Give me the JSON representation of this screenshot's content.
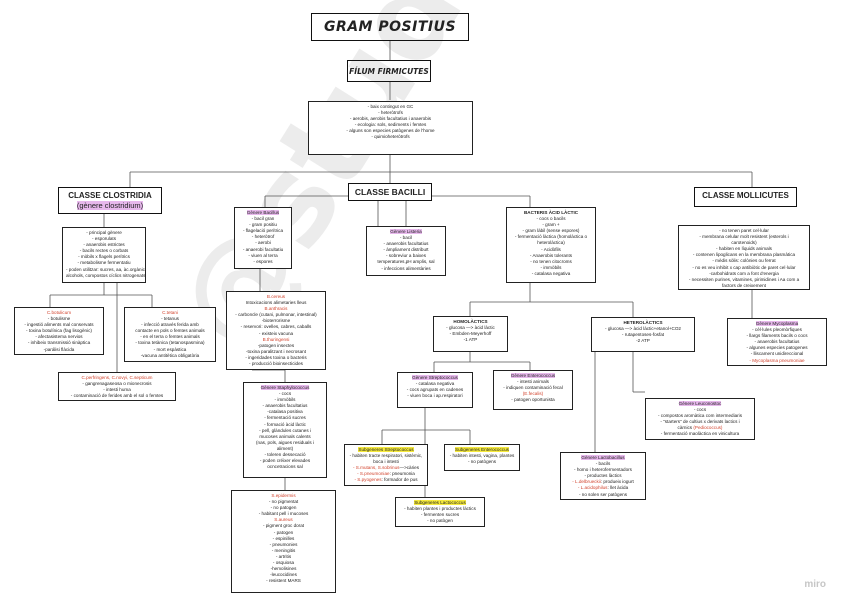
{
  "title": "GRAM POSITIUS",
  "phylum": "FÍLUM FIRMICUTES",
  "phylum_traits": [
    "- baix contingut en GC",
    "- heteròtrofs",
    "- aerobis, aerobis facultatius i anaerobis",
    "- ecologia: sols, sediments i femtes",
    "- alguns son especies patògenes de l'home",
    "- quimioheteròtrofs"
  ],
  "class_clostridia": {
    "title": "CLASSE CLOSTRIDIA",
    "subtitle": "(gènere clostridium)"
  },
  "clostridia_traits": [
    "- principal gènere",
    "- esporulats",
    "- anaerobis estrictes",
    "- bacils rectes o corbats",
    "- mòbils x flagels perítrics",
    "- metabolisme fermentatiu",
    "- poden utilitzar: sucres, aa, àc.orgànics,",
    "alcohols, compostos cíclics nitrogenats"
  ],
  "botulinum": {
    "name": "C.botulicum",
    "lines": [
      "- botulisme",
      "- ingestió aliments mal conservats",
      "- toxina botulínica (fag lisogènic)",
      "- afectasistema nervios",
      "- inhibeix transmissió sinàptica",
      "-parálisi flàcida"
    ]
  },
  "tetani": {
    "name": "C.tetani",
    "lines": [
      "- tetanus",
      "- infecció através ferida amb",
      "contacte en pols o femtes animals",
      "- en el terra o femtes animals",
      "- toxina tetànica (tetanospasmina)",
      "- mort espàstica",
      "-vacuna antitètica obligatòria"
    ]
  },
  "perfringens": {
    "name": "C.perfringens, C.novyi, C.septicum",
    "lines": [
      "- gangrenagaseosa o mionecrosis",
      "- intesti huma",
      "- contaminació de ferides amb el sol o femtes"
    ]
  },
  "class_bacilli": {
    "title": "CLASSE BACILLI"
  },
  "genus_bacillus": {
    "title": "Gènere Bacillus",
    "lines": [
      "- bacil gran",
      "- gram positiu",
      "- flagelació perítrica",
      "- heteròtrof",
      "- aerobi",
      "- anaerobi facultatiu",
      "- viuen al terra",
      "- espores"
    ]
  },
  "bacillus_species": {
    "cereus": "B.cereus",
    "cereus_line": "Intoxicacions alimetaries lleus",
    "anthracis": "B.anthracis",
    "anthracis_lines": [
      "- carboncle (cutani, pulmonar, intestinal)",
      "-bioterrorisme",
      "- reservori: ovelles, cabres, caballs",
      "- existeix vacuna"
    ],
    "thuringensis": "B.thuringensi",
    "thuringensis_lines": [
      "-patogen insectes",
      "-toxina paralitzant i necrosant",
      "- ingeridades toxina o bacteris",
      "- producció bioinsecticides"
    ]
  },
  "genus_listeria": {
    "title": "Gènere Listeria",
    "lines": [
      "- bacil",
      "- anaerobis facultatius",
      "- àmpliament distribuït",
      "- sobreviur a baixes",
      "temperatures,pH amplis, sal",
      "- infeccions alimentàries"
    ]
  },
  "lactic": {
    "title": "BACTERIS ÀCID LÀCTIC",
    "lines": [
      "- cocs o bacils",
      "- gram +",
      "- gram làbil (sense espores)",
      "- fermentació làctica (homolàctica o",
      "heterolàctica)",
      "- Acidòfils",
      "- Anaerobis tolerants",
      "- no tenen citocroms",
      "- immòbils",
      "- catalasa negativa"
    ]
  },
  "class_mollicutes": {
    "title": "CLASSE MOLLICUTES"
  },
  "mollicutes_traits": [
    "- no tenen paret cel·lular",
    "- membrana celular molt resistent (esterols i",
    "carotenoids)",
    "- habiten en líquids animals",
    "- contenen lipoglicans en la membrana plasmàtica",
    "- mèdis sòlis: colònies ou ferrat",
    "- no es veu inhibit x cap antibiòtic de paret cel·lular",
    "-carbohidrats com a font d'energia",
    "- necessiten purines, vitamines, pirimidines i Aa com a",
    "factors de creixement"
  ],
  "mycoplasma": {
    "title": "Gènere Mycoplasma",
    "lines": [
      "- cèl·lules pleomòrfiques",
      "- llargs filaments bacils o cocs",
      "- anaerobis facultatius",
      "- algunes especies patogenes",
      "- lliscament unidireccional"
    ],
    "species": "- Mycoplasma pneumoniae"
  },
  "staphylococcus": {
    "title": "Gènere Staphylococcus",
    "lines": [
      "- cocs",
      "- immòbils",
      "- anaerobis facultatius",
      "-catalasa positiva",
      "- fermentació sucres",
      "- formació àcid làctic",
      "- pell, glàndules cutanes i",
      "mucoses animals calents",
      "(nas, pols, aigues residuals i",
      "aliment)",
      "- toleren dessecació",
      "- poden créixer elevades",
      "ocncetracions sal"
    ]
  },
  "epidermis": {
    "name1": "S.epidermis",
    "lines1": [
      "- no pigmentat",
      "- no patogen",
      "- habitant pell i mucoses"
    ],
    "name2": "S.aureus",
    "lines2": [
      "- pigment groc dorat",
      "- patogen",
      "- espinilles",
      "- pneumonies",
      "- meningitis",
      "- artritis",
      "- osquiosa",
      "-hemolisines",
      "-leucocidines",
      "- resistent MARS"
    ]
  },
  "homolactics": {
    "title": "HOMOLÀCTICS",
    "lines": [
      "- glucosa —> àcid làctic",
      "- Embden-Meyerhoff",
      "-1 ATP"
    ]
  },
  "heterolactics": {
    "title": "HETEROLÀCTICS",
    "lines": [
      "- glucosa —> àcid làctic+etanol+CO2",
      "- rutapentoses-fosfat",
      "-2 ATP"
    ]
  },
  "streptococcus": {
    "title": "Gènere Streptococcus",
    "lines": [
      "- catalasa negativa",
      "- cocs agrupats en cadenes",
      "- viuen boca i ap.respiratori"
    ]
  },
  "enterococcus": {
    "title": "Gènere Enterococcus",
    "lines": [
      "- intesti animals",
      "- indiquen contaminació fecal"
    ],
    "species": "(E.fecalis)",
    "last": "- patogen oportunista"
  },
  "leuconostoc": {
    "title": "Gènere Leuconostoc",
    "lines": [
      "- cocs",
      "- compostos aromàtica com intermediaris",
      "- \"starters\" de cultius x derivats lactics i",
      "càrnics"
    ],
    "species": "(Pediococcus)",
    "last": "- fermentació maolàctica en vinicultura"
  },
  "lactobacillus": {
    "title": "Gènere Lactobacillus",
    "lines": [
      "- bacils",
      "- homo i heterofermentadors",
      "- productes làctics"
    ],
    "del": "- L.delbrueckii",
    "del_rest": ": produeix iogurt",
    "aci": "- L.acidophilus",
    "aci_rest": ": llet àcida",
    "last": "- no solen ser patògens"
  },
  "sub_strepto": {
    "title": "Subgeneres Streptococcus",
    "lines": [
      "- habiten tracte respiratori, sistèmic,",
      "boca i intesti"
    ],
    "mutans": "- S.mutans, S.sobrinus",
    "mutans_rest": "—>càries",
    "pneumo": "- S.pneumoniae",
    "pneumo_rest": ": pneumonia",
    "pyo": "- S.pyogenes",
    "pyo_rest": ": formador de pus"
  },
  "sub_entero": {
    "title": "Subgeneres Enterococcus",
    "lines": [
      "- habiten intesti, vagina, plantes",
      "- no patògens"
    ]
  },
  "sub_lacto": {
    "title": "Subgeneres Lactococcus",
    "lines": [
      "- habiten plantes i productes làctics",
      "- fermenten sucres",
      "- no patògen"
    ]
  },
  "watermark": "@studbiotec",
  "brand": "miro"
}
